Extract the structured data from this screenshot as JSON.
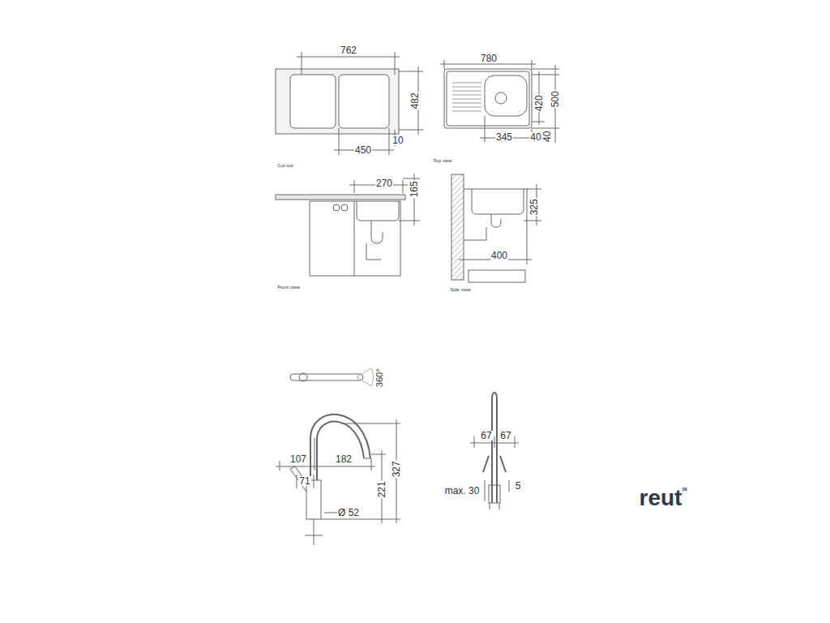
{
  "diagram": {
    "labels": [
      "762",
      "482",
      "450",
      "10",
      "Cut-out",
      "780",
      "420",
      "500",
      "345",
      "40",
      "40",
      "Top view",
      "270",
      "165",
      "Front view",
      "325",
      "400",
      "Side view",
      "360°",
      "107",
      "182",
      "71",
      "Ø 52",
      "221",
      "327",
      "67",
      "67",
      "max. 30",
      "5",
      "reut",
      "SK"
    ]
  }
}
